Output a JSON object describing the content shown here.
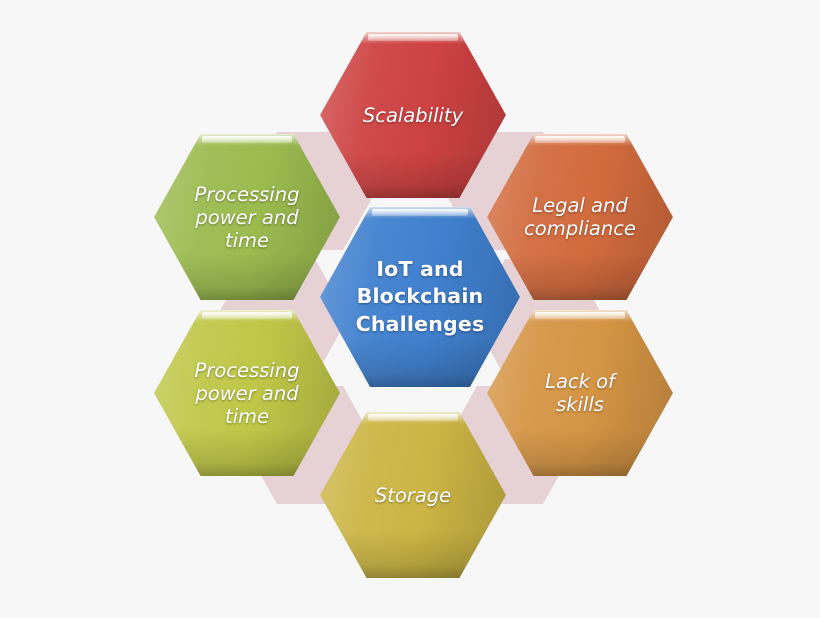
{
  "diagram": {
    "title": "IoT and Blockchain Challenges",
    "type": "hexagon-cluster",
    "background_color": "#f7f7f7",
    "connector_color": "#e6d2d4",
    "center": {
      "id": "center",
      "label": "IoT and\nBlockchain\nChallenges",
      "color": "#4080ce",
      "text_color": "#ffffff",
      "text_style": "bold"
    },
    "nodes": [
      {
        "id": "scalability",
        "label": "Scalability",
        "color": "#ce4242",
        "text_color": "#ffffff",
        "text_style": "italic",
        "position": "top"
      },
      {
        "id": "legal-and-compliance",
        "label": "Legal and\ncompliance",
        "color": "#d26b3e",
        "text_color": "#ffffff",
        "text_style": "italic",
        "position": "top-right"
      },
      {
        "id": "lack-of-skills",
        "label": "Lack of\nskills",
        "color": "#d59545",
        "text_color": "#ffffff",
        "text_style": "italic",
        "position": "bottom-right"
      },
      {
        "id": "storage",
        "label": "Storage",
        "color": "#cbb544",
        "text_color": "#ffffff",
        "text_style": "italic",
        "position": "bottom"
      },
      {
        "id": "processing-power-and-time-lower",
        "label": "Processing\npower and\ntime",
        "color": "#bfc748",
        "text_color": "#ffffff",
        "text_style": "italic",
        "position": "bottom-left"
      },
      {
        "id": "processing-power-and-time-upper",
        "label": "Processing\npower and\ntime",
        "color": "#9bbb4f",
        "text_color": "#ffffff",
        "text_style": "italic",
        "position": "top-left"
      }
    ],
    "connectors": [
      {
        "id": "connector-top-right"
      },
      {
        "id": "connector-right"
      },
      {
        "id": "connector-bottom-right"
      },
      {
        "id": "connector-bottom-left"
      },
      {
        "id": "connector-left"
      },
      {
        "id": "connector-top-left"
      }
    ]
  }
}
